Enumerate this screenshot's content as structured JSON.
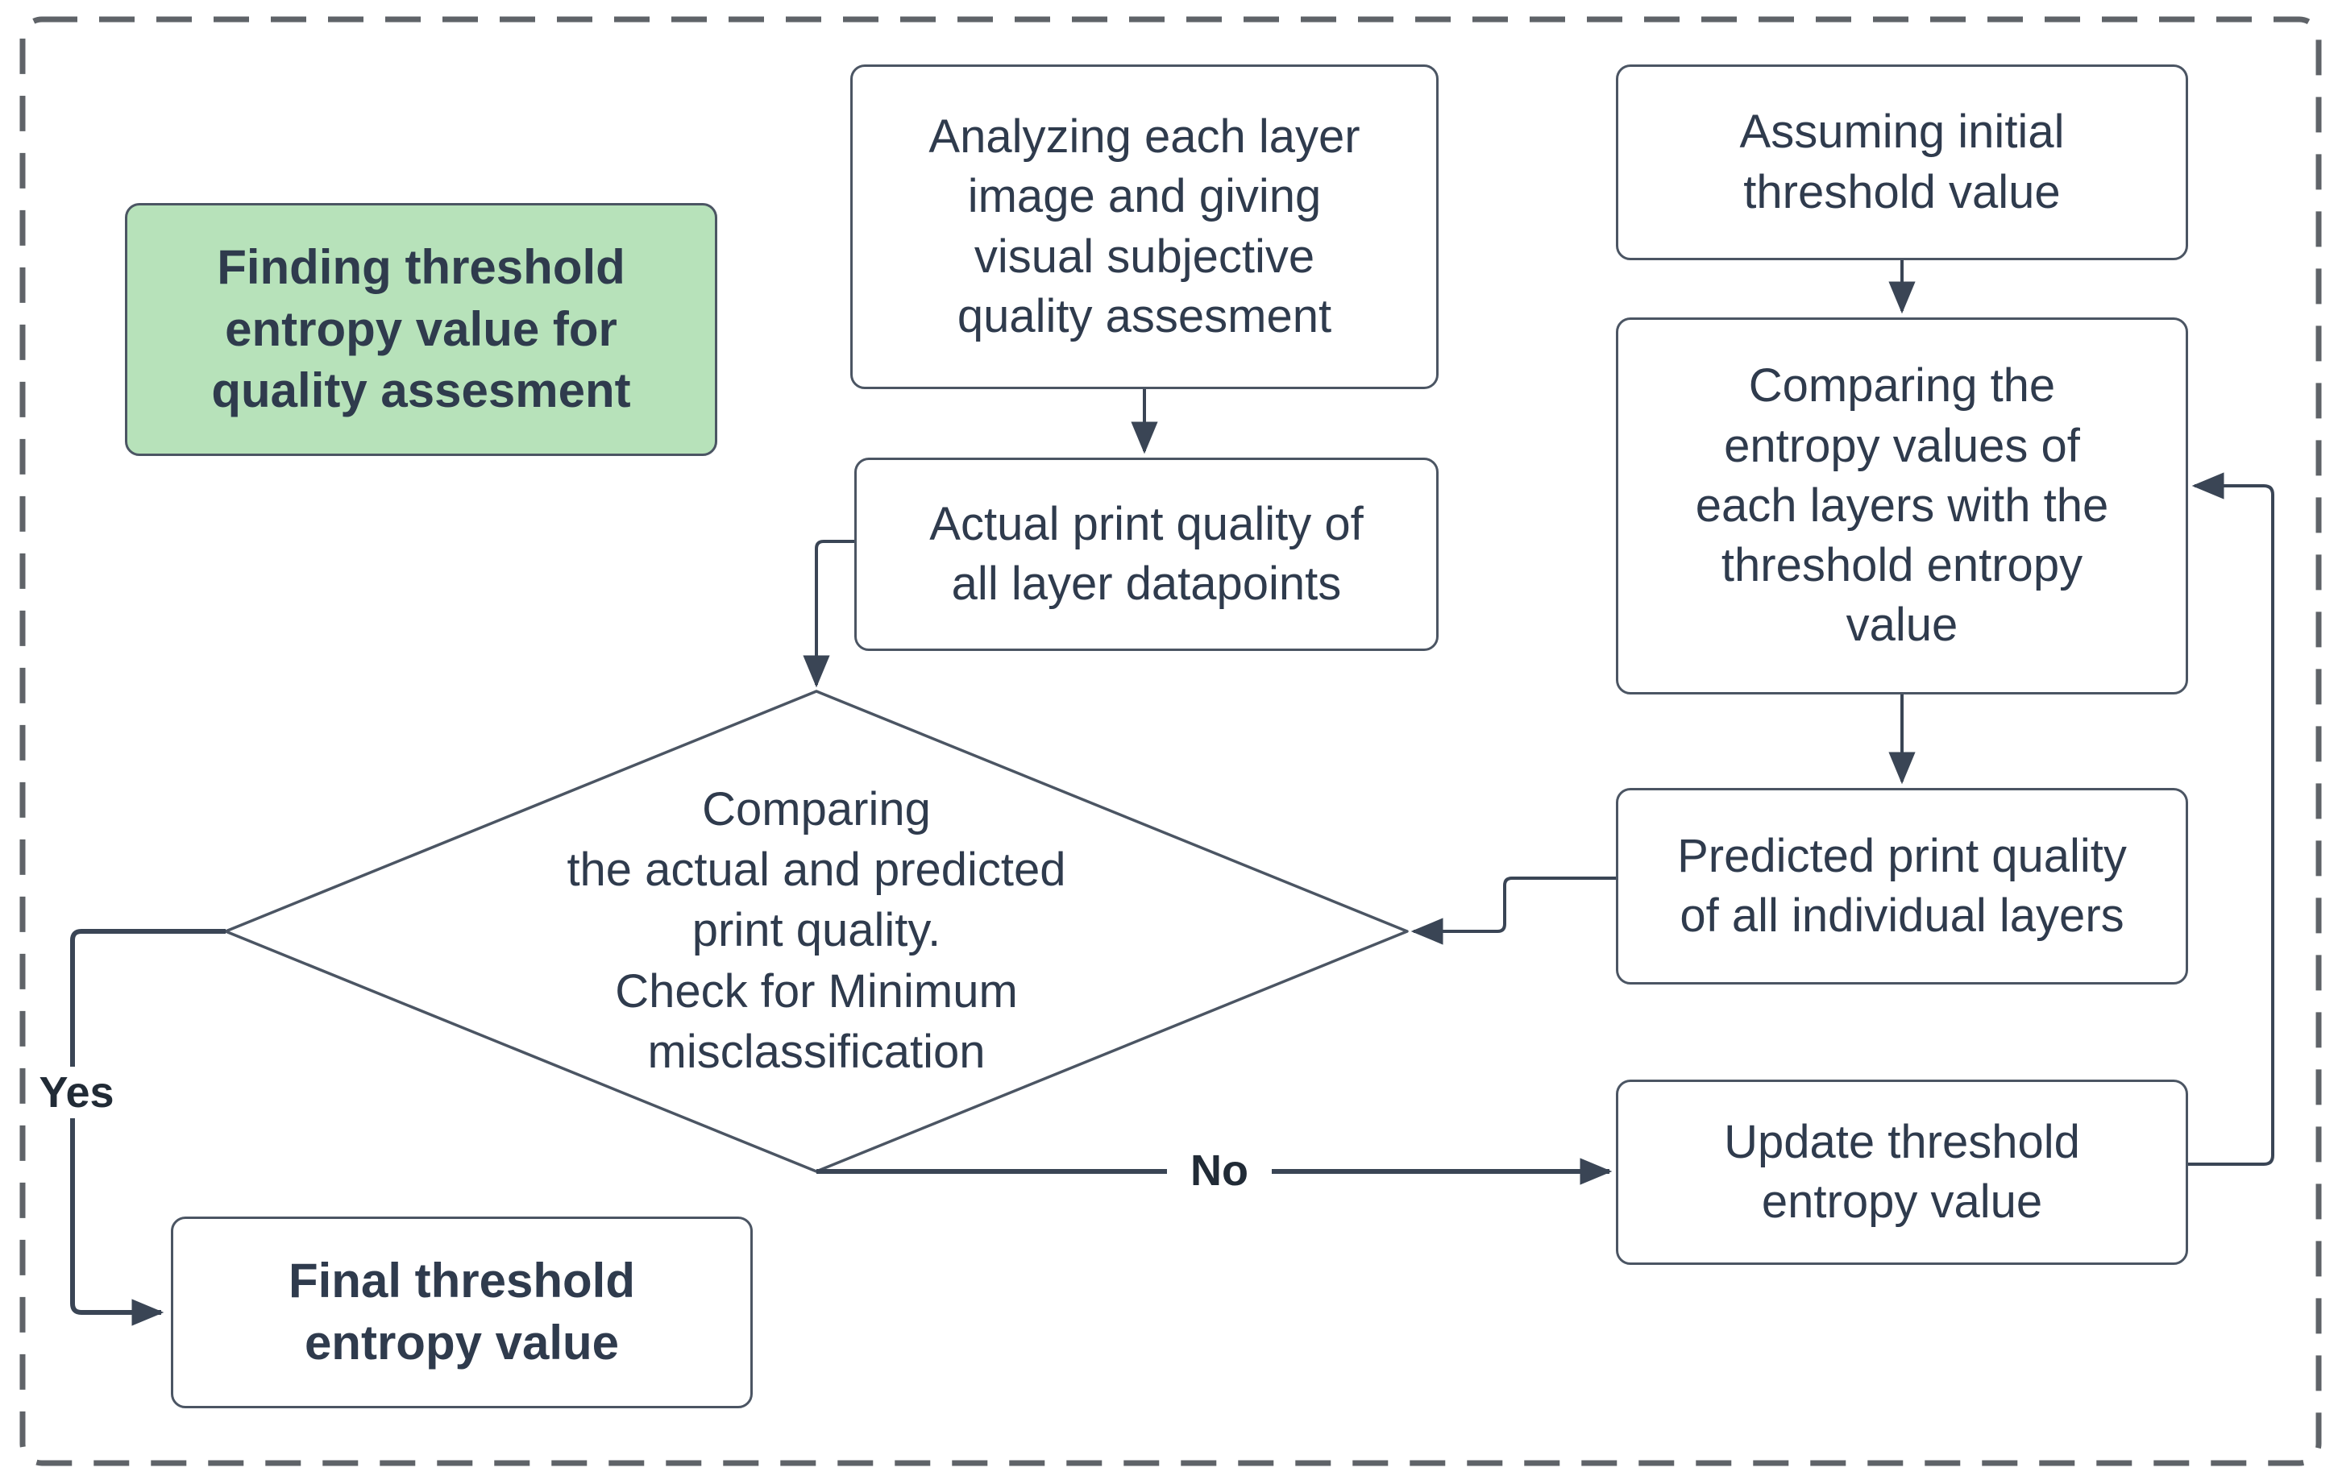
{
  "colors": {
    "canvas_bg": "#ffffff",
    "node_bg": "#ffffff",
    "node_border": "#4b5563",
    "node_text": "#2f3b4d",
    "goal_fill": "#b7e2ba",
    "connector": "#3a4555",
    "outer_border": "#5f6368",
    "edge_label_text": "#212b36"
  },
  "nodes": {
    "goal": {
      "label": "Finding threshold\nentropy value for\nquality assesment"
    },
    "analyzing": {
      "label": "Analyzing each layer\nimage and giving\nvisual subjective\nquality assesment"
    },
    "assuming": {
      "label": "Assuming initial\nthreshold value"
    },
    "comparing_entropy": {
      "label": "Comparing the\nentropy values of\neach layers with the\nthreshold entropy\nvalue"
    },
    "actual_quality": {
      "label": "Actual print quality of\nall layer datapoints"
    },
    "decision": {
      "label": "Comparing\nthe actual and predicted\nprint quality.\nCheck for Minimum\nmisclassification"
    },
    "predicted_quality": {
      "label": "Predicted print quality\nof all individual layers"
    },
    "update_threshold": {
      "label": "Update threshold\nentropy value"
    },
    "final_threshold": {
      "label": "Final threshold\nentropy value"
    }
  },
  "edge_labels": {
    "yes": "Yes",
    "no": "No"
  }
}
